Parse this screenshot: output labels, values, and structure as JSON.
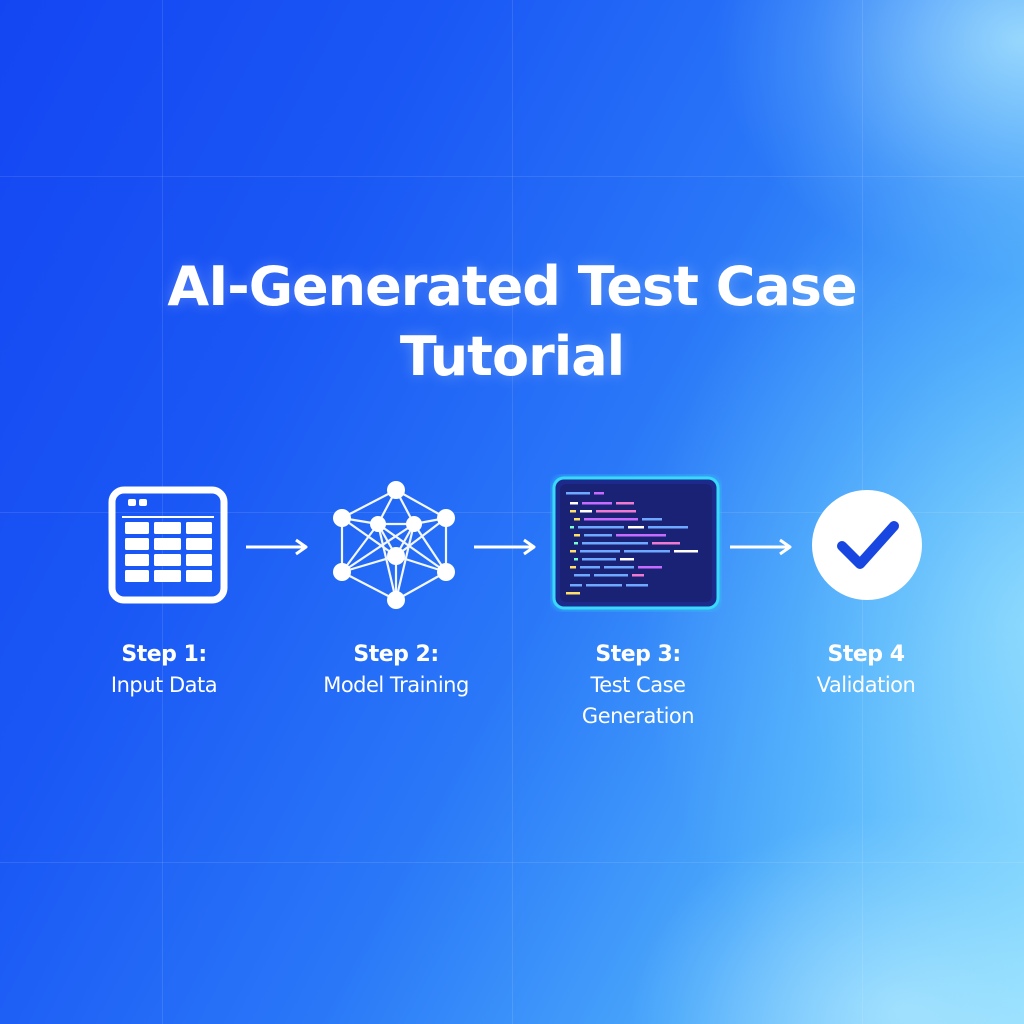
{
  "title": {
    "line1": "AI-Generated Test Case",
    "line2": "Tutorial"
  },
  "colors": {
    "background_start": "#1445f2",
    "background_end": "#8fdcff",
    "foreground": "#ffffff",
    "code_panel": "#1d2a8c",
    "check_mark": "#1746e0"
  },
  "steps": [
    {
      "number": "Step 1:",
      "name": "Input Data",
      "icon": "table-icon"
    },
    {
      "number": "Step 2:",
      "name": "Model Training",
      "icon": "neural-network-icon"
    },
    {
      "number": "Step 3:",
      "name_line1": "Test Case",
      "name_line2": "Generation",
      "icon": "code-editor-icon"
    },
    {
      "number": "Step 4",
      "name": "Validation",
      "icon": "checkmark-icon"
    }
  ]
}
